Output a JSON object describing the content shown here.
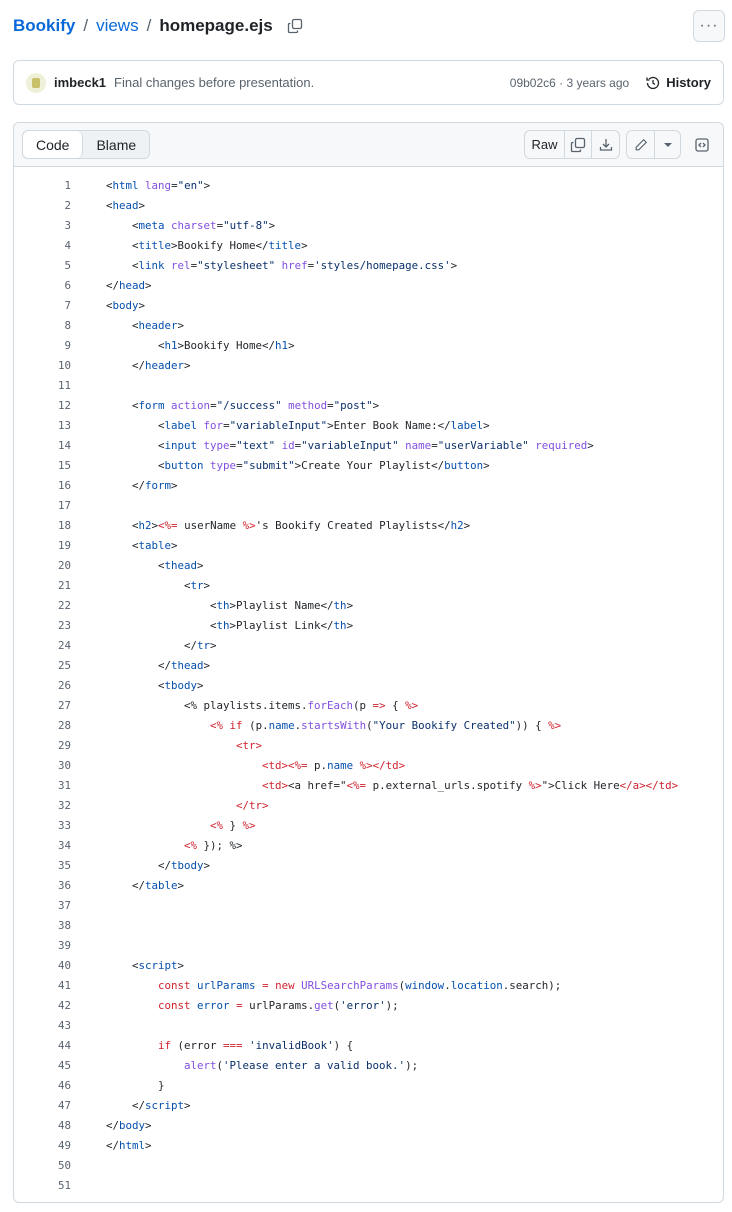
{
  "breadcrumb": {
    "repo": "Bookify",
    "folder": "views",
    "file": "homepage.ejs",
    "sep": "/"
  },
  "more_label": "···",
  "commit": {
    "author": "imbeck1",
    "message": "Final changes before presentation.",
    "sha_time": "09b02c6 · 3 years ago",
    "history_label": "History"
  },
  "toolbar": {
    "code_tab": "Code",
    "blame_tab": "Blame",
    "raw_label": "Raw"
  },
  "colors": {
    "link": "#0969da",
    "tag": "#0550ae",
    "attr": "#8250df",
    "string": "#0a3069",
    "keyword": "#cf222e"
  },
  "code_lines": [
    [
      [
        "p",
        "<"
      ],
      [
        "t",
        "html"
      ],
      [
        "p",
        " "
      ],
      [
        "a",
        "lang"
      ],
      [
        "p",
        "="
      ],
      [
        "s",
        "\"en\""
      ],
      [
        "p",
        ">"
      ]
    ],
    [
      [
        "p",
        "<"
      ],
      [
        "t",
        "head"
      ],
      [
        "p",
        ">"
      ]
    ],
    [
      [
        "p",
        "    <"
      ],
      [
        "t",
        "meta"
      ],
      [
        "p",
        " "
      ],
      [
        "a",
        "charset"
      ],
      [
        "p",
        "="
      ],
      [
        "s",
        "\"utf-8\""
      ],
      [
        "p",
        ">"
      ]
    ],
    [
      [
        "p",
        "    <"
      ],
      [
        "t",
        "title"
      ],
      [
        "p",
        ">Bookify Home</"
      ],
      [
        "t",
        "title"
      ],
      [
        "p",
        ">"
      ]
    ],
    [
      [
        "p",
        "    <"
      ],
      [
        "t",
        "link"
      ],
      [
        "p",
        " "
      ],
      [
        "a",
        "rel"
      ],
      [
        "p",
        "="
      ],
      [
        "s",
        "\"stylesheet\""
      ],
      [
        "p",
        " "
      ],
      [
        "a",
        "href"
      ],
      [
        "p",
        "="
      ],
      [
        "s",
        "'styles/homepage.css'"
      ],
      [
        "p",
        ">"
      ]
    ],
    [
      [
        "p",
        "</"
      ],
      [
        "t",
        "head"
      ],
      [
        "p",
        ">"
      ]
    ],
    [
      [
        "p",
        "<"
      ],
      [
        "t",
        "body"
      ],
      [
        "p",
        ">"
      ]
    ],
    [
      [
        "p",
        "    <"
      ],
      [
        "t",
        "header"
      ],
      [
        "p",
        ">"
      ]
    ],
    [
      [
        "p",
        "        <"
      ],
      [
        "t",
        "h1"
      ],
      [
        "p",
        ">Bookify Home</"
      ],
      [
        "t",
        "h1"
      ],
      [
        "p",
        ">"
      ]
    ],
    [
      [
        "p",
        "    </"
      ],
      [
        "t",
        "header"
      ],
      [
        "p",
        ">"
      ]
    ],
    [],
    [
      [
        "p",
        "    <"
      ],
      [
        "t",
        "form"
      ],
      [
        "p",
        " "
      ],
      [
        "a",
        "action"
      ],
      [
        "p",
        "="
      ],
      [
        "s",
        "\"/success\""
      ],
      [
        "p",
        " "
      ],
      [
        "a",
        "method"
      ],
      [
        "p",
        "="
      ],
      [
        "s",
        "\"post\""
      ],
      [
        "p",
        ">"
      ]
    ],
    [
      [
        "p",
        "        <"
      ],
      [
        "t",
        "label"
      ],
      [
        "p",
        " "
      ],
      [
        "a",
        "for"
      ],
      [
        "p",
        "="
      ],
      [
        "s",
        "\"variableInput\""
      ],
      [
        "p",
        ">Enter Book Name:</"
      ],
      [
        "t",
        "label"
      ],
      [
        "p",
        ">"
      ]
    ],
    [
      [
        "p",
        "        <"
      ],
      [
        "t",
        "input"
      ],
      [
        "p",
        " "
      ],
      [
        "a",
        "type"
      ],
      [
        "p",
        "="
      ],
      [
        "s",
        "\"text\""
      ],
      [
        "p",
        " "
      ],
      [
        "a",
        "id"
      ],
      [
        "p",
        "="
      ],
      [
        "s",
        "\"variableInput\""
      ],
      [
        "p",
        " "
      ],
      [
        "a",
        "name"
      ],
      [
        "p",
        "="
      ],
      [
        "s",
        "\"userVariable\""
      ],
      [
        "p",
        " "
      ],
      [
        "a",
        "required"
      ],
      [
        "p",
        ">"
      ]
    ],
    [
      [
        "p",
        "        <"
      ],
      [
        "t",
        "button"
      ],
      [
        "p",
        " "
      ],
      [
        "a",
        "type"
      ],
      [
        "p",
        "="
      ],
      [
        "s",
        "\"submit\""
      ],
      [
        "p",
        ">Create Your Playlist</"
      ],
      [
        "t",
        "button"
      ],
      [
        "p",
        ">"
      ]
    ],
    [
      [
        "p",
        "    </"
      ],
      [
        "t",
        "form"
      ],
      [
        "p",
        ">"
      ]
    ],
    [],
    [
      [
        "p",
        "    <"
      ],
      [
        "t",
        "h2"
      ],
      [
        "p",
        ">"
      ],
      [
        "k",
        "<%="
      ],
      [
        "p",
        " userName "
      ],
      [
        "k",
        "%>"
      ],
      [
        "p",
        "'s Bookify Created Playlists</"
      ],
      [
        "t",
        "h2"
      ],
      [
        "p",
        ">"
      ]
    ],
    [
      [
        "p",
        "    <"
      ],
      [
        "t",
        "table"
      ],
      [
        "p",
        ">"
      ]
    ],
    [
      [
        "p",
        "        <"
      ],
      [
        "t",
        "thead"
      ],
      [
        "p",
        ">"
      ]
    ],
    [
      [
        "p",
        "            <"
      ],
      [
        "t",
        "tr"
      ],
      [
        "p",
        ">"
      ]
    ],
    [
      [
        "p",
        "                <"
      ],
      [
        "t",
        "th"
      ],
      [
        "p",
        ">Playlist Name</"
      ],
      [
        "t",
        "th"
      ],
      [
        "p",
        ">"
      ]
    ],
    [
      [
        "p",
        "                <"
      ],
      [
        "t",
        "th"
      ],
      [
        "p",
        ">Playlist Link</"
      ],
      [
        "t",
        "th"
      ],
      [
        "p",
        ">"
      ]
    ],
    [
      [
        "p",
        "            </"
      ],
      [
        "t",
        "tr"
      ],
      [
        "p",
        ">"
      ]
    ],
    [
      [
        "p",
        "        </"
      ],
      [
        "t",
        "thead"
      ],
      [
        "p",
        ">"
      ]
    ],
    [
      [
        "p",
        "        <"
      ],
      [
        "t",
        "tbody"
      ],
      [
        "p",
        ">"
      ]
    ],
    [
      [
        "p",
        "            <% playlists.items."
      ],
      [
        "f",
        "forEach"
      ],
      [
        "p",
        "(p "
      ],
      [
        "k",
        "=>"
      ],
      [
        "p",
        " { "
      ],
      [
        "k",
        "%>"
      ]
    ],
    [
      [
        "p",
        "                "
      ],
      [
        "k",
        "<%"
      ],
      [
        "p",
        " "
      ],
      [
        "k",
        "if"
      ],
      [
        "p",
        " (p."
      ],
      [
        "v",
        "name"
      ],
      [
        "p",
        "."
      ],
      [
        "f",
        "startsWith"
      ],
      [
        "p",
        "("
      ],
      [
        "s",
        "\"Your Bookify Created\""
      ],
      [
        "p",
        ")) { "
      ],
      [
        "k",
        "%>"
      ]
    ],
    [
      [
        "p",
        "                    "
      ],
      [
        "e",
        "<tr>"
      ]
    ],
    [
      [
        "p",
        "                        "
      ],
      [
        "e",
        "<td>"
      ],
      [
        "k",
        "<%="
      ],
      [
        "p",
        " p."
      ],
      [
        "v",
        "name"
      ],
      [
        "p",
        " "
      ],
      [
        "k",
        "%>"
      ],
      [
        "e",
        "</td>"
      ]
    ],
    [
      [
        "p",
        "                        "
      ],
      [
        "e",
        "<td>"
      ],
      [
        "p",
        "<a href=\""
      ],
      [
        "k",
        "<%="
      ],
      [
        "p",
        " p.external_urls.spotify "
      ],
      [
        "k",
        "%>"
      ],
      [
        "p",
        "\">Click Here"
      ],
      [
        "e",
        "</a></td>"
      ]
    ],
    [
      [
        "p",
        "                    "
      ],
      [
        "e",
        "</tr>"
      ]
    ],
    [
      [
        "p",
        "                "
      ],
      [
        "k",
        "<%"
      ],
      [
        "p",
        " } "
      ],
      [
        "k",
        "%>"
      ]
    ],
    [
      [
        "p",
        "            "
      ],
      [
        "k",
        "<%"
      ],
      [
        "p",
        " }); %>"
      ]
    ],
    [
      [
        "p",
        "        </"
      ],
      [
        "t",
        "tbody"
      ],
      [
        "p",
        ">"
      ]
    ],
    [
      [
        "p",
        "    </"
      ],
      [
        "t",
        "table"
      ],
      [
        "p",
        ">"
      ]
    ],
    [],
    [],
    [],
    [
      [
        "p",
        "    <"
      ],
      [
        "t",
        "script"
      ],
      [
        "p",
        ">"
      ]
    ],
    [
      [
        "p",
        "        "
      ],
      [
        "k",
        "const"
      ],
      [
        "p",
        " "
      ],
      [
        "v",
        "urlParams"
      ],
      [
        "p",
        " "
      ],
      [
        "k",
        "="
      ],
      [
        "p",
        " "
      ],
      [
        "k",
        "new"
      ],
      [
        "p",
        " "
      ],
      [
        "f",
        "URLSearchParams"
      ],
      [
        "p",
        "("
      ],
      [
        "v",
        "window"
      ],
      [
        "p",
        "."
      ],
      [
        "v",
        "location"
      ],
      [
        "p",
        ".search);"
      ]
    ],
    [
      [
        "p",
        "        "
      ],
      [
        "k",
        "const"
      ],
      [
        "p",
        " "
      ],
      [
        "v",
        "error"
      ],
      [
        "p",
        " "
      ],
      [
        "k",
        "="
      ],
      [
        "p",
        " urlParams."
      ],
      [
        "f",
        "get"
      ],
      [
        "p",
        "("
      ],
      [
        "s",
        "'error'"
      ],
      [
        "p",
        ");"
      ]
    ],
    [],
    [
      [
        "p",
        "        "
      ],
      [
        "k",
        "if"
      ],
      [
        "p",
        " (error "
      ],
      [
        "k",
        "==="
      ],
      [
        "p",
        " "
      ],
      [
        "s",
        "'invalidBook'"
      ],
      [
        "p",
        ") {"
      ]
    ],
    [
      [
        "p",
        "            "
      ],
      [
        "f",
        "alert"
      ],
      [
        "p",
        "("
      ],
      [
        "s",
        "'Please enter a valid book.'"
      ],
      [
        "p",
        ");"
      ]
    ],
    [
      [
        "p",
        "        }"
      ]
    ],
    [
      [
        "p",
        "    </"
      ],
      [
        "t",
        "script"
      ],
      [
        "p",
        ">"
      ]
    ],
    [
      [
        "p",
        "</"
      ],
      [
        "t",
        "body"
      ],
      [
        "p",
        ">"
      ]
    ],
    [
      [
        "p",
        "</"
      ],
      [
        "t",
        "html"
      ],
      [
        "p",
        ">"
      ]
    ],
    [],
    []
  ]
}
